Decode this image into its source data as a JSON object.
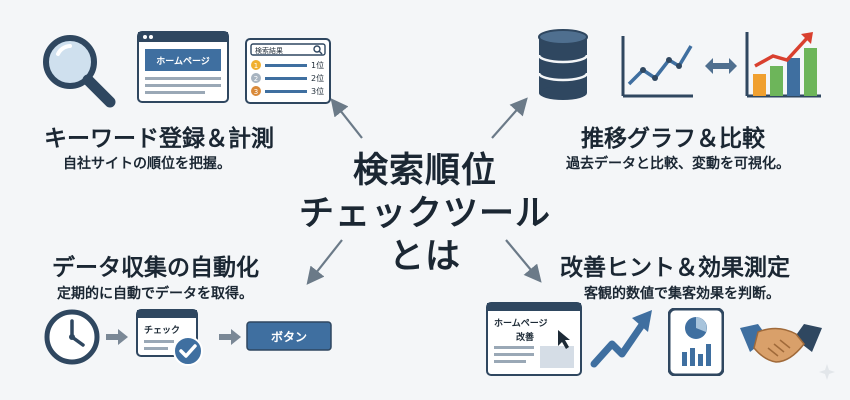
{
  "center": {
    "line1": "検索順位",
    "line2": "チェックツール",
    "line3": "とは"
  },
  "features": [
    {
      "title": "キーワード登録＆計測",
      "desc": "自社サイトの順位を把握。"
    },
    {
      "title": "推移グラフ＆比較",
      "desc": "過去データと比較、変動を可視化。"
    },
    {
      "title": "データ収集の自動化",
      "desc": "定期的に自動でデータを取得。"
    },
    {
      "title": "改善ヒント＆効果測定",
      "desc": "客観的数値で集客効果を判断。"
    }
  ],
  "mockups": {
    "homepage_label": "ホームページ",
    "search_results_label": "検索結果",
    "ranks": [
      "1位",
      "2位",
      "3位"
    ],
    "rank_numbers": [
      "1",
      "2",
      "3"
    ],
    "check_label": "チェック",
    "button_label": "ボタン",
    "improve_label_1": "ホームページ",
    "improve_label_2": "改善"
  },
  "colors": {
    "background": "#f4f6f8",
    "navy": "#2f4760",
    "blue": "#3f6fa0",
    "steel": "#4f6f8f",
    "light_blue": "#a8c4dc",
    "orange": "#f0a030",
    "green": "#6db55a",
    "red": "#d9402f",
    "tan": "#d9a06a"
  }
}
